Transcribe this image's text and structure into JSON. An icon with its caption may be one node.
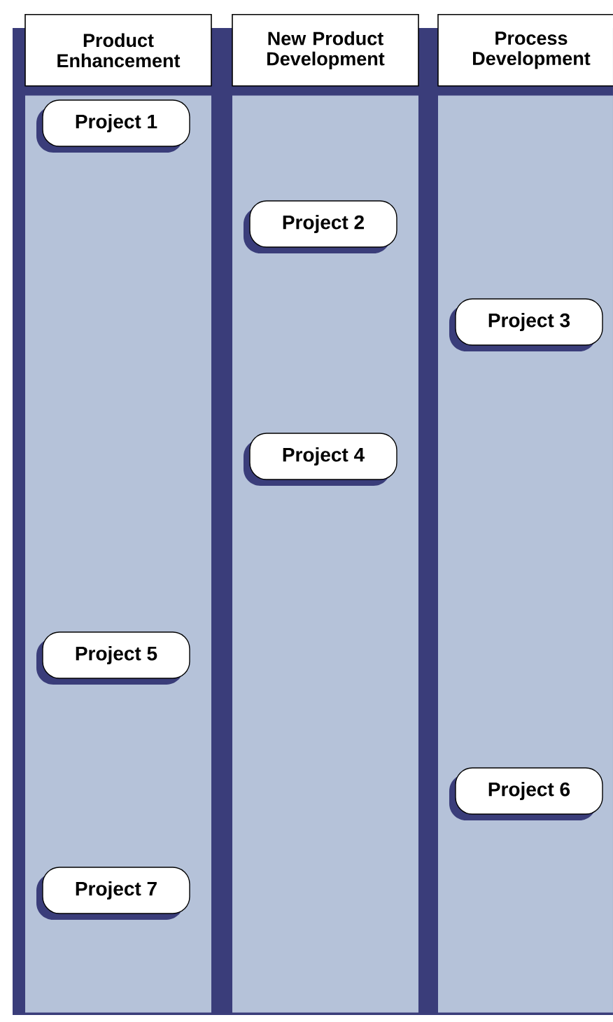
{
  "diagram": {
    "nodes": [
      {
        "text": [
          "Product Enhancement"
        ]
      },
      {
        "text": [
          "New Product Development"
        ]
      },
      {
        "text": [
          "Process Development"
        ]
      },
      {
        "text": [
          "Project 1"
        ],
        "in": 0
      },
      {
        "text": [
          "Project 2"
        ],
        "in": 1
      },
      {
        "text": [
          "Project 3"
        ],
        "in": 2
      },
      {
        "text": [
          "Project 4"
        ],
        "in": 1
      },
      {
        "text": [
          "Project 5"
        ],
        "in": 0
      },
      {
        "text": [
          "Project 6"
        ],
        "in": 2
      },
      {
        "text": [
          "Project 7"
        ],
        "in": 0
      }
    ]
  }
}
